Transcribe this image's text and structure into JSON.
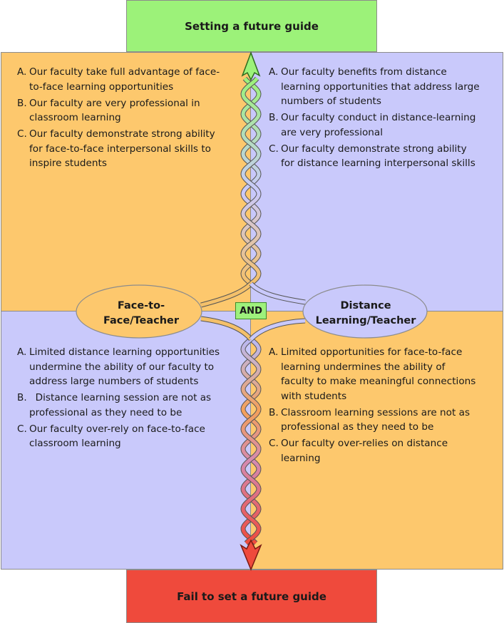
{
  "top_banner": {
    "label": "Setting a future guide",
    "color": "#9cf279"
  },
  "bottom_banner": {
    "label": "Fail to set a future guide",
    "color": "#ef4a3c"
  },
  "quadrants": {
    "top_left": {
      "color": "#fdc86d",
      "items": [
        {
          "letter": "A.",
          "text": "Our faculty take full advantage of face-to-face learning opportunities"
        },
        {
          "letter": "B.",
          "text": "Our faculty are very professional in classroom learning"
        },
        {
          "letter": "C.",
          "text": "Our faculty demonstrate strong ability for face-to-face interpersonal skills to inspire students"
        }
      ]
    },
    "top_right": {
      "color": "#c9c9fb",
      "items": [
        {
          "letter": "A.",
          "text": "Our faculty benefits from distance learning opportunities that address large numbers of students"
        },
        {
          "letter": "B.",
          "text": "Our faculty conduct in distance-learning are very professional"
        },
        {
          "letter": "C.",
          "text": "Our faculty demonstrate strong ability for distance learning interpersonal skills"
        }
      ]
    },
    "bottom_left": {
      "color": "#c9c9fb",
      "items": [
        {
          "letter": "A.",
          "text": "Limited distance learning opportunities undermine the ability of our faculty to address large numbers of students"
        },
        {
          "letter": "B.",
          "text": "  Distance learning session are not as professional as they need to be"
        },
        {
          "letter": "C.",
          "text": "Our faculty over-rely on face-to-face classroom learning"
        }
      ]
    },
    "bottom_right": {
      "color": "#fdc86d",
      "items": [
        {
          "letter": "A.",
          "text": "Limited opportunities for face-to-face learning undermines the ability of faculty to make meaningful connections with students"
        },
        {
          "letter": "B.",
          "text": "Classroom learning sessions are not as professional as they need to be"
        },
        {
          "letter": "C.",
          "text": "Our faculty over-relies on distance learning"
        }
      ]
    }
  },
  "poles": {
    "left": {
      "label": "Face-to-Face/Teacher",
      "line1": "Face-to-",
      "line2": "Face/Teacher",
      "color": "#fdc86d"
    },
    "right": {
      "label": "Distance Learning/Teacher",
      "line1": "Distance",
      "line2": "Learning/Teacher",
      "color": "#c9c9fb"
    }
  },
  "connector": {
    "label": "AND",
    "color": "#9ef17c"
  },
  "arrows": {
    "up_color": "#9cf279",
    "down_color": "#ef4a3c",
    "strand_orange": "#f4c06a",
    "strand_blue": "#b9b9f5"
  }
}
